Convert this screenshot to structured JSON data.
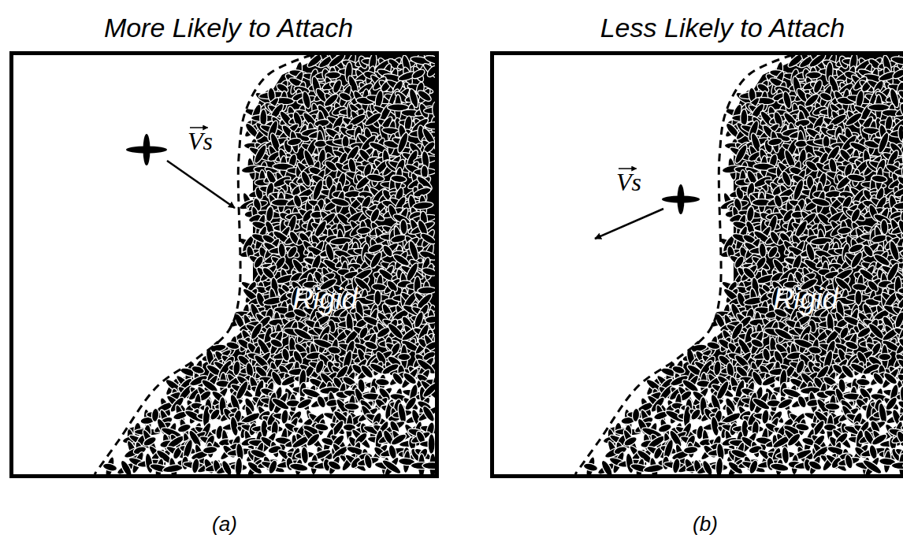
{
  "diagram": {
    "nodes": [
      {
        "text": [
          "More Likely to Attach"
        ]
      },
      {
        "text": [
          "Rigid"
        ],
        "in": 0
      },
      {
        "text": [
          "Less Likely to Attach"
        ]
      },
      {
        "text": [
          "Rigid"
        ],
        "in": 2
      }
    ],
    "labels": [
      "Vs",
      "(a)",
      "Vs",
      "(b)"
    ]
  }
}
